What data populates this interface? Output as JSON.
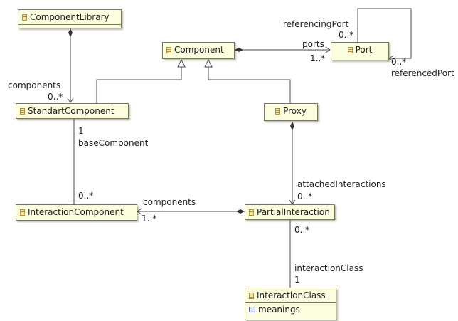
{
  "classes": {
    "component_library": {
      "name": "ComponentLibrary"
    },
    "component": {
      "name": "Component"
    },
    "port": {
      "name": "Port"
    },
    "standart_component": {
      "name": "StandartComponent"
    },
    "proxy": {
      "name": "Proxy"
    },
    "interaction_component": {
      "name": "InteractionComponent"
    },
    "partial_interaction": {
      "name": "PartialInteraction"
    },
    "interaction_class": {
      "name": "InteractionClass",
      "attributes": [
        "meanings"
      ]
    }
  },
  "labels": {
    "referencing_port_role": "referencingPort",
    "referencing_port_mult": "0..*",
    "ports_role": "ports",
    "ports_mult": "1..*",
    "referenced_port_mult": "0..*",
    "referenced_port_role": "referencedPort",
    "components_role_lib": "components",
    "components_mult_lib": "0..*",
    "base_component_mult": "1",
    "base_component_role": "baseComponent",
    "interaction_component_mult": "0..*",
    "attached_interactions_role": "attachedInteractions",
    "attached_interactions_mult": "0..*",
    "components_role_pi": "components",
    "components_mult_pi": "1..*",
    "interaction_class_partial_mult": "0..*",
    "interaction_class_role": "interactionClass",
    "interaction_class_mult": "1"
  }
}
